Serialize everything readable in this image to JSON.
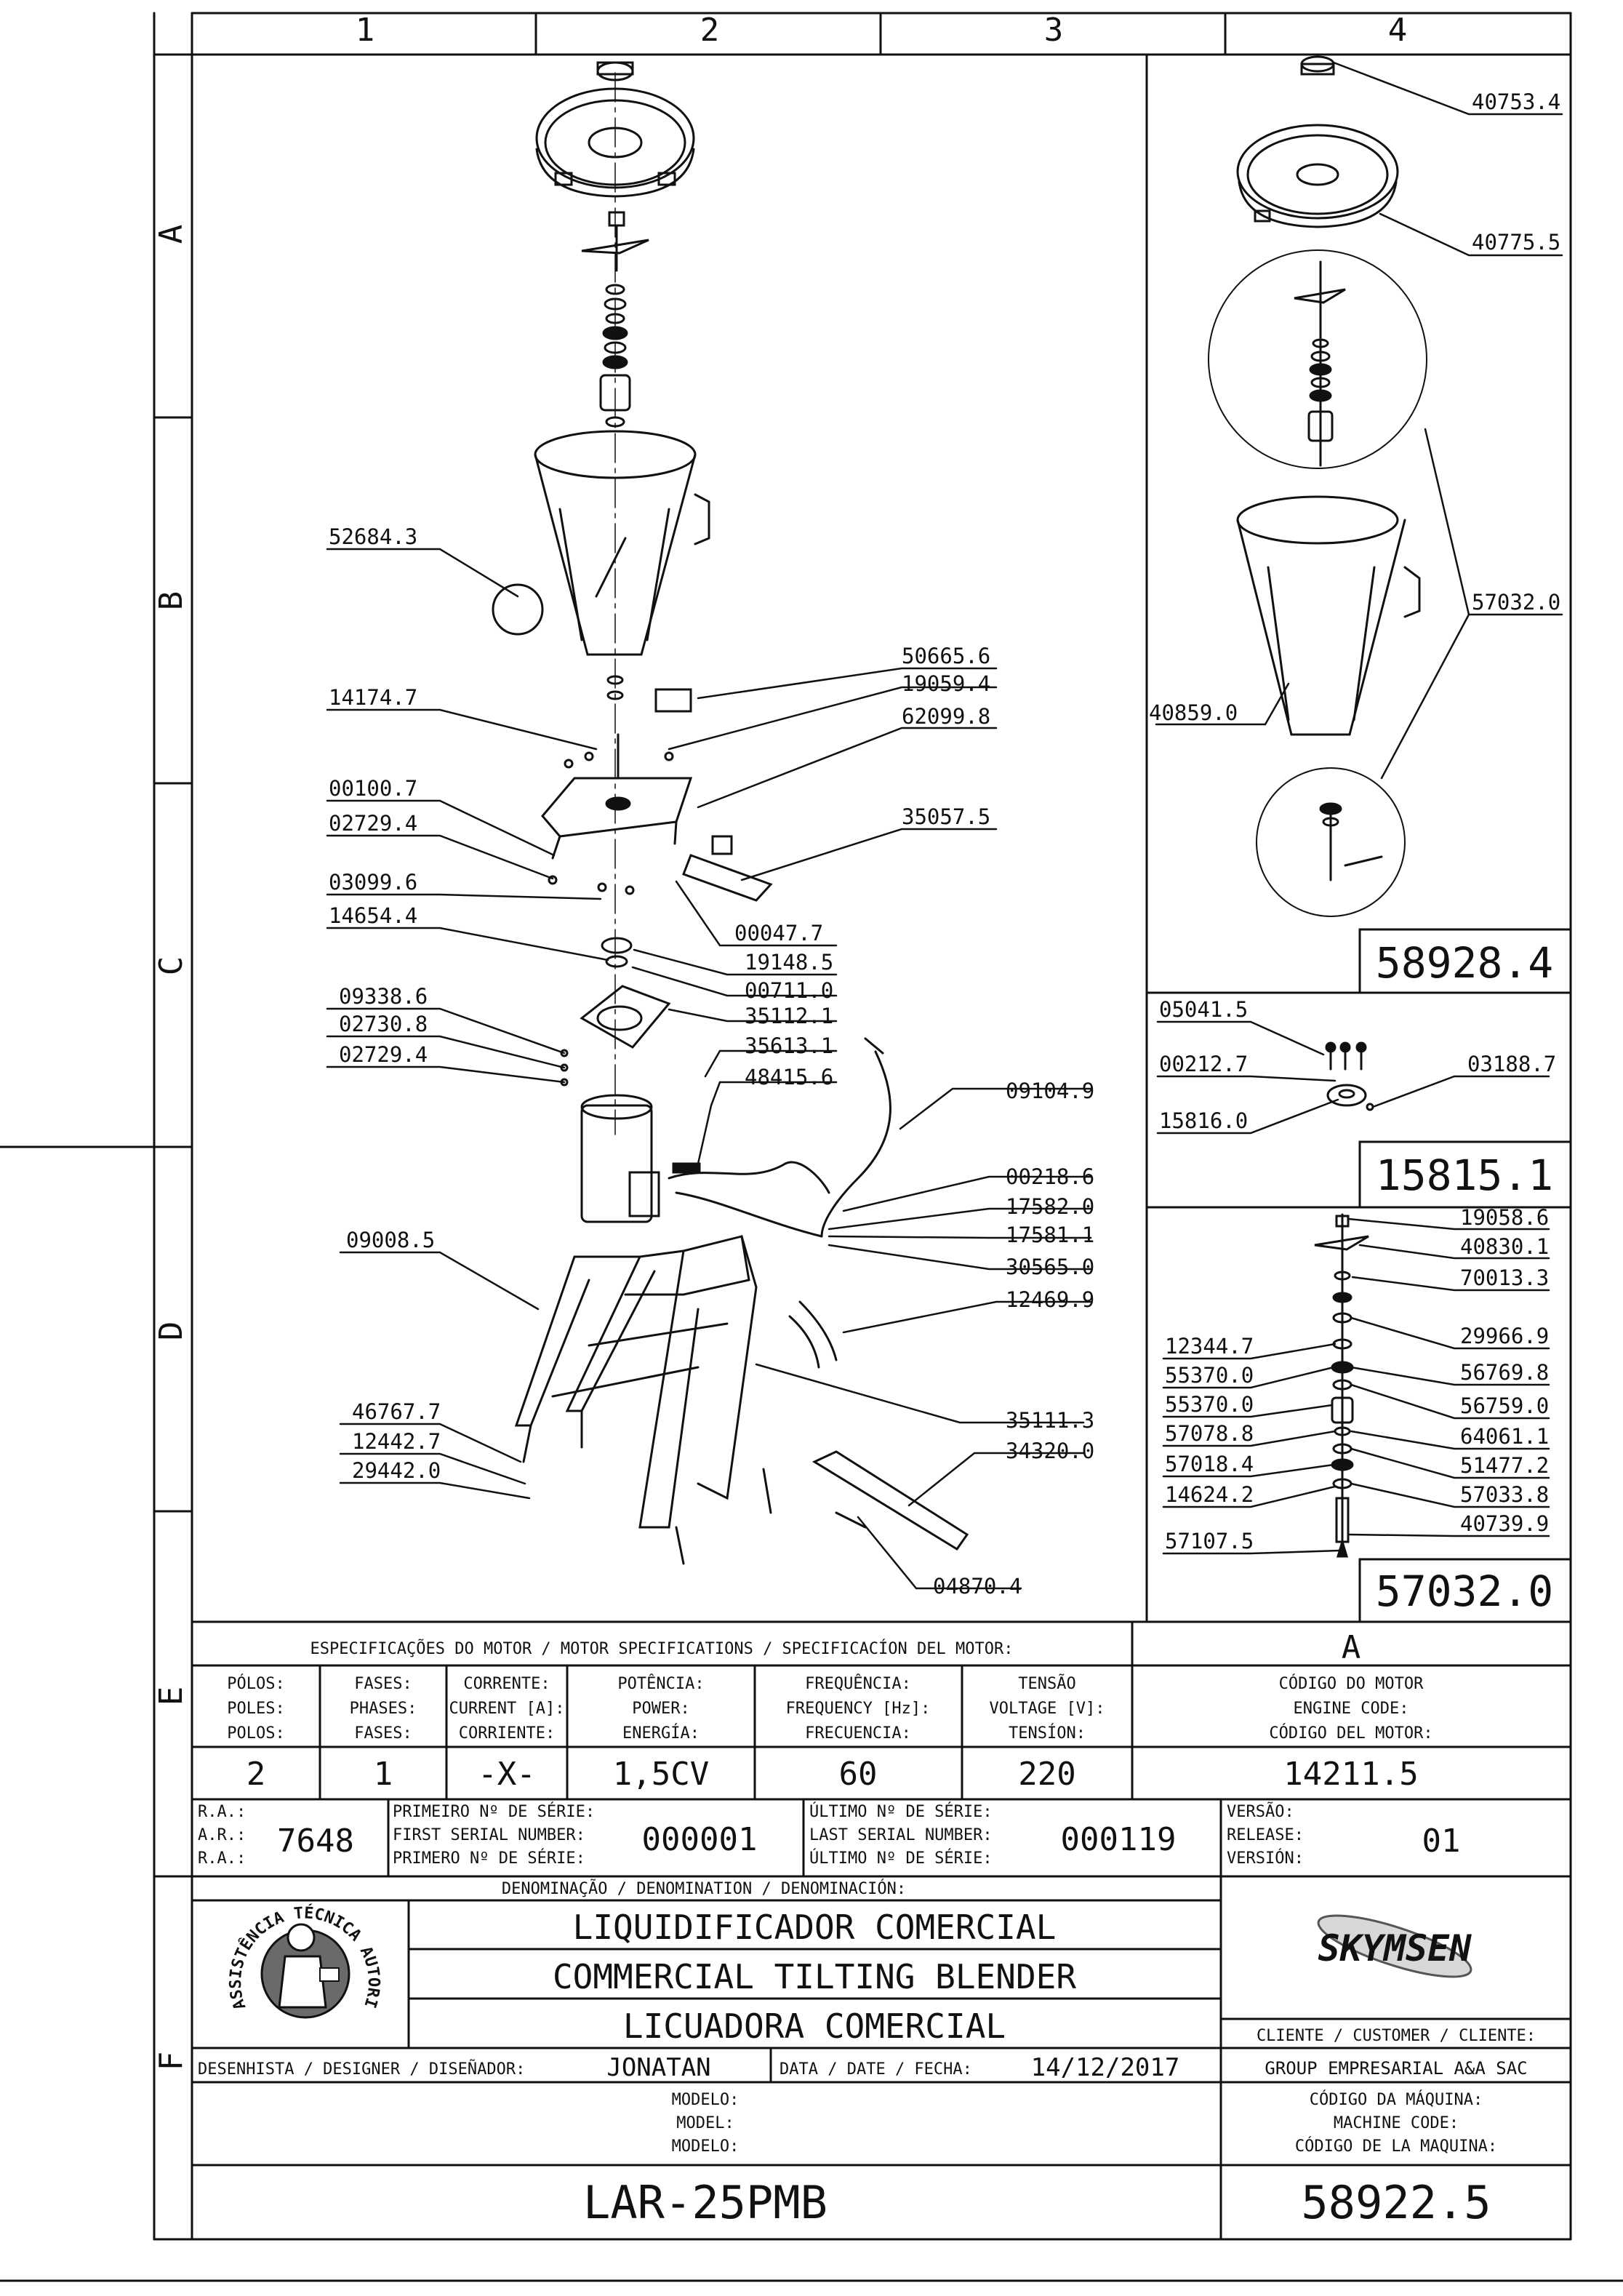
{
  "grid": {
    "columns": [
      "1",
      "2",
      "3",
      "4"
    ],
    "rows": [
      "A",
      "B",
      "C",
      "D",
      "E",
      "F"
    ]
  },
  "main_view": {
    "callouts": [
      "52684.3",
      "50665.6",
      "19059.4",
      "14174.7",
      "62099.8",
      "00100.7",
      "35057.5",
      "02729.4",
      "03099.6",
      "14654.4",
      "00047.7",
      "19148.5",
      "00711.0",
      "09338.6",
      "35112.1",
      "02730.8",
      "35613.1",
      "02729.4",
      "48415.6",
      "09104.9",
      "00218.6",
      "17582.0",
      "17581.1",
      "09008.5",
      "30565.0",
      "12469.9",
      "46767.7",
      "35111.3",
      "12442.7",
      "34320.0",
      "29442.0",
      "04870.4"
    ]
  },
  "detail_jar": {
    "callouts": [
      "40753.4",
      "40775.5",
      "57032.0",
      "40859.0"
    ],
    "assembly_code": "58928.4"
  },
  "detail_coupling": {
    "callouts": [
      "05041.5",
      "00212.7",
      "03188.7",
      "15816.0"
    ],
    "assembly_code": "15815.1"
  },
  "detail_shaft": {
    "callouts": [
      "19058.6",
      "40830.1",
      "70013.3",
      "29966.9",
      "12344.7",
      "56769.8",
      "55370.0",
      "55370.0",
      "56759.0",
      "57078.8",
      "64061.1",
      "51477.2",
      "57018.4",
      "57033.8",
      "14624.2",
      "40739.9",
      "57107.5"
    ],
    "assembly_code": "57032.0"
  },
  "motor_specs": {
    "title": "ESPECIFICAÇÕES DO MOTOR / MOTOR SPECIFICATIONS / SPECIFICACÍON DEL MOTOR:",
    "version_letter": "A",
    "columns": [
      {
        "header": [
          "PÓLOS:",
          "POLES:",
          "POLOS:"
        ],
        "value": "2"
      },
      {
        "header": [
          "FASES:",
          "PHASES:",
          "FASES:"
        ],
        "value": "1"
      },
      {
        "header": [
          "CORRENTE:",
          "CURRENT [A]:",
          "CORRIENTE:"
        ],
        "value": "-X-"
      },
      {
        "header": [
          "POTÊNCIA:",
          "POWER:",
          "ENERGÍA:"
        ],
        "value": "1,5CV"
      },
      {
        "header": [
          "FREQUÊNCIA:",
          "FREQUENCY [Hz]:",
          "FRECUENCIA:"
        ],
        "value": "60"
      },
      {
        "header": [
          "TENSÃO",
          "VOLTAGE [V]:",
          "TENSÍON:"
        ],
        "value": "220"
      },
      {
        "header": [
          "CÓDIGO DO MOTOR",
          "ENGINE CODE:",
          "CÓDIGO DEL MOTOR:"
        ],
        "value": "14211.5"
      }
    ]
  },
  "serial_info": {
    "ra_labels": [
      "R.A.:",
      "A.R.:",
      "R.A.:"
    ],
    "ra_value": "7648",
    "first_labels": [
      "PRIMEIRO Nº DE SÉRIE:",
      "FIRST SERIAL NUMBER:",
      "PRIMERO Nº DE SÉRIE:"
    ],
    "first_value": "000001",
    "last_labels": [
      "ÚLTIMO Nº DE SÉRIE:",
      "LAST SERIAL NUMBER:",
      "ÚLTIMO Nº DE SÉRIE:"
    ],
    "last_value": "000119",
    "version_labels": [
      "VERSÃO:",
      "RELEASE:",
      "VERSIÓN:"
    ],
    "version_value": "01"
  },
  "title_block": {
    "denomination_label": "DENOMINAÇÃO / DENOMINATION / DENOMINACIÓN:",
    "names": [
      "LIQUIDIFICADOR COMERCIAL",
      "COMMERCIAL TILTING BLENDER",
      "LICUADORA COMERCIAL"
    ],
    "seal_text": "ASSISTÊNCIA TÉCNICA AUTORIZADA",
    "brand": "SKYMSEN",
    "customer_label": "CLIENTE / CUSTOMER / CLIENTE:",
    "customer_value": "GROUP EMPRESARIAL A&A SAC",
    "designer_label": "DESENHISTA / DESIGNER / DISEÑADOR:",
    "designer_value": "JONATAN",
    "date_label": "DATA / DATE / FECHA:",
    "date_value": "14/12/2017",
    "model_labels": [
      "MODELO:",
      "MODEL:",
      "MODELO:"
    ],
    "model_value": "LAR-25PMB",
    "machine_code_labels": [
      "CÓDIGO DA MÁQUINA:",
      "MACHINE CODE:",
      "CÓDIGO DE LA MAQUINA:"
    ],
    "machine_code_value": "58922.5"
  }
}
